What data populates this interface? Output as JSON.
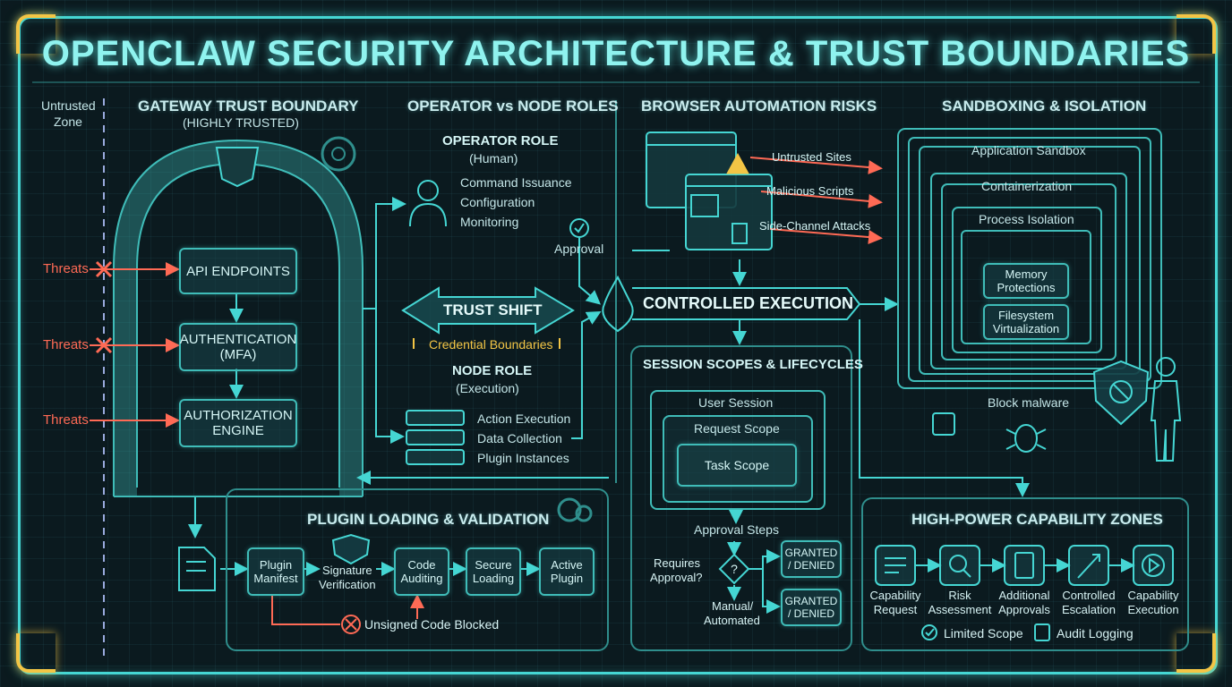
{
  "title": "OPENCLAW SECURITY ARCHITECTURE & TRUST BOUNDARIES",
  "untrusted_zone": {
    "line1": "Untrusted",
    "line2": "Zone"
  },
  "gateway": {
    "heading": "GATEWAY TRUST BOUNDARY",
    "subheading": "(HIGHLY TRUSTED)",
    "threat_label": "Threats",
    "api": "API ENDPOINTS",
    "auth_line1": "AUTHENTICATION",
    "auth_line2": "(MFA)",
    "authz_line1": "AUTHORIZATION",
    "authz_line2": "ENGINE"
  },
  "roles": {
    "heading": "OPERATOR vs NODE ROLES",
    "operator_title": "OPERATOR ROLE",
    "operator_sub": "(Human)",
    "operator_items": [
      "Command Issuance",
      "Configuration",
      "Monitoring"
    ],
    "approval": "Approval",
    "trust_shift": "TRUST SHIFT",
    "credential_boundaries": "Credential Boundaries",
    "node_title": "NODE ROLE",
    "node_sub": "(Execution)",
    "node_items": [
      "Action Execution",
      "Data Collection",
      "Plugin Instances"
    ]
  },
  "browser": {
    "heading": "BROWSER AUTOMATION RISKS",
    "risks": [
      "Untrusted Sites",
      "Malicious Scripts",
      "Side-Channel Attacks"
    ],
    "controlled_execution": "CONTROLLED EXECUTION"
  },
  "sandbox": {
    "heading": "SANDBOXING & ISOLATION",
    "layers": [
      "Application Sandbox",
      "Containerization",
      "Process Isolation"
    ],
    "memory_line1": "Memory",
    "memory_line2": "Protections",
    "fs_line1": "Filesystem",
    "fs_line2": "Virtualization",
    "block_malware": "Block malware"
  },
  "session": {
    "heading": "SESSION SCOPES & LIFECYCLES",
    "user_session": "User Session",
    "request_scope": "Request Scope",
    "task_scope": "Task Scope",
    "approval_steps": "Approval Steps",
    "requires_line1": "Requires",
    "requires_line2": "Approval?",
    "manual_line1": "Manual/",
    "manual_line2": "Automated",
    "granted_line1": "GRANTED",
    "granted_line2": "/ DENIED"
  },
  "plugin": {
    "heading": "PLUGIN LOADING & VALIDATION",
    "steps": [
      {
        "l1": "Plugin",
        "l2": "Manifest"
      },
      {
        "l1": "Signature",
        "l2": "Verification"
      },
      {
        "l1": "Code",
        "l2": "Auditing"
      },
      {
        "l1": "Secure",
        "l2": "Loading"
      },
      {
        "l1": "Active",
        "l2": "Plugin"
      }
    ],
    "blocked": "Unsigned Code Blocked"
  },
  "capability": {
    "heading": "HIGH-POWER CAPABILITY ZONES",
    "steps": [
      {
        "l1": "Capability",
        "l2": "Request"
      },
      {
        "l1": "Risk",
        "l2": "Assessment"
      },
      {
        "l1": "Additional",
        "l2": "Approvals"
      },
      {
        "l1": "Controlled",
        "l2": "Escalation"
      },
      {
        "l1": "Capability",
        "l2": "Execution"
      }
    ],
    "limited_scope": "Limited Scope",
    "audit_logging": "Audit Logging"
  },
  "colors": {
    "accent": "#45d6d3",
    "threat": "#ff6a55",
    "warning": "#f3c545",
    "background": "#0b1a1f"
  }
}
